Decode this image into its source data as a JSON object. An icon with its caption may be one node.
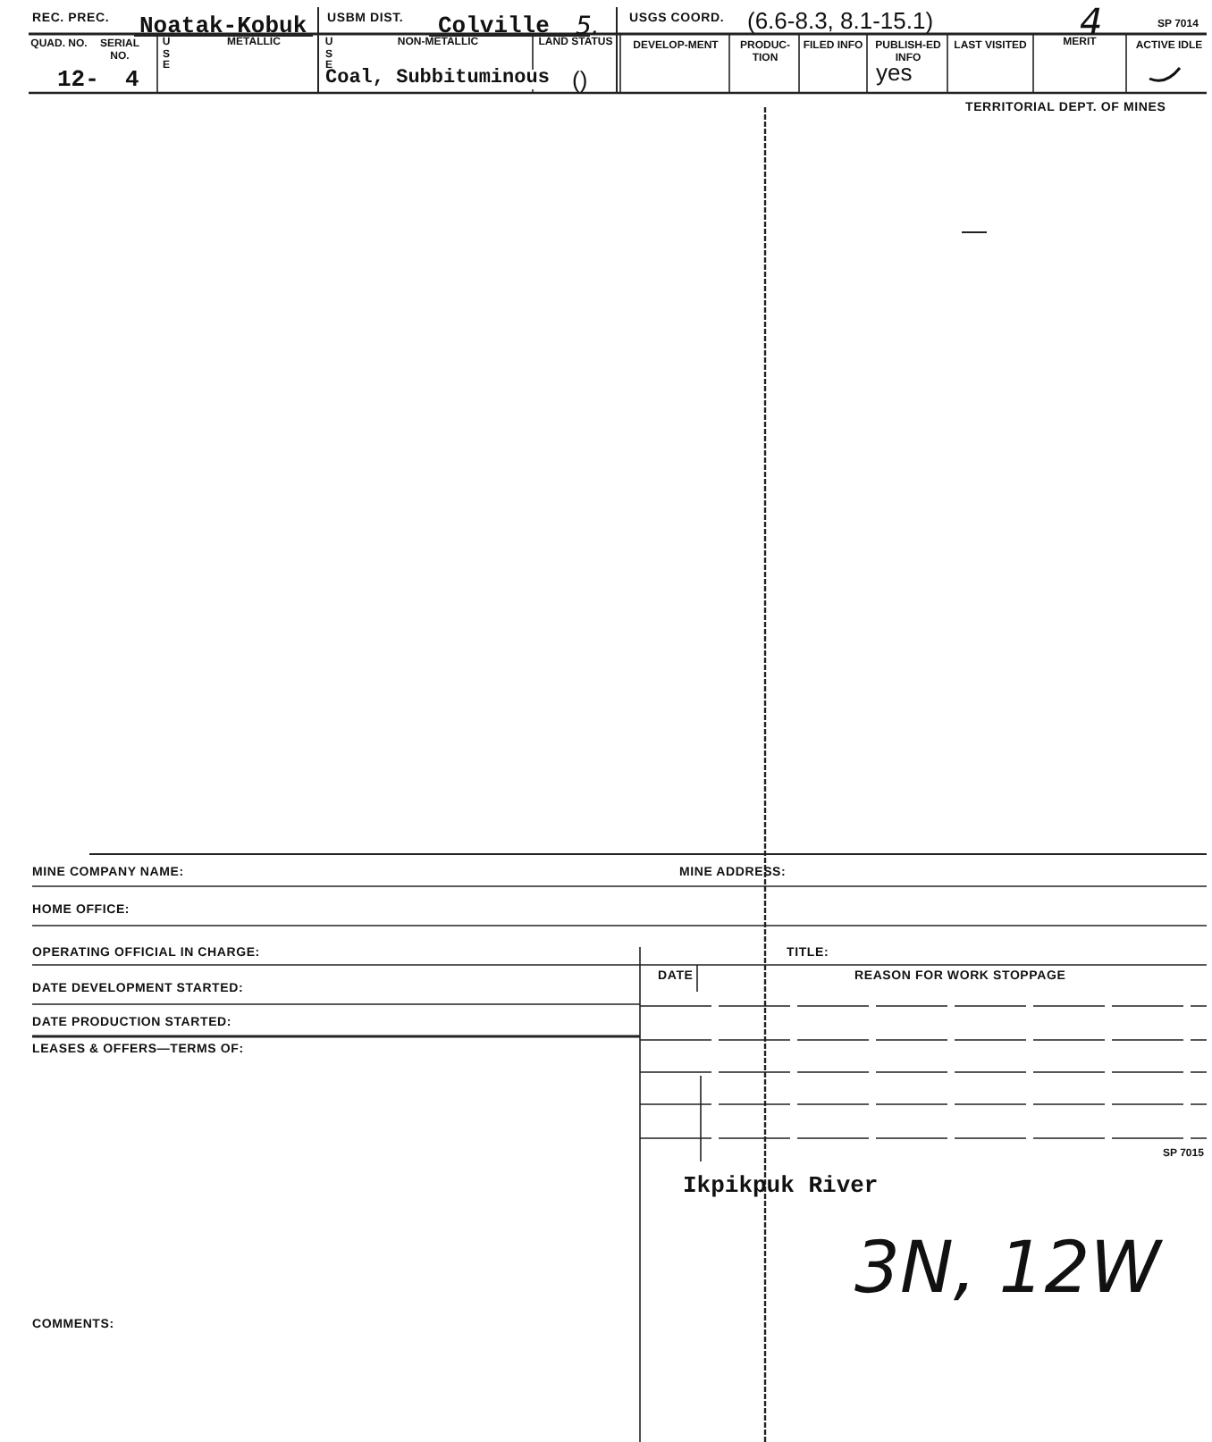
{
  "diagram": {
    "labels": [
      "REC. PREC.",
      "Noatak-Kobuk",
      "USBM DIST.",
      "Colville",
      "5.",
      "USGS COORD.",
      "(6.6-8.3, 8.1-15.1)",
      "4",
      "SP 7014",
      "QUAD. NO.",
      "SERIAL NO.",
      "U S E",
      "METALLIC",
      "U S E",
      "NON-METALLIC",
      "LAND STATUS",
      "DEVELOP-MENT",
      "PRODUC-TION",
      "FILED INFO",
      "PUBLISH-ED INFO",
      "LAST VISITED",
      "MERIT",
      "ACTIVE IDLE",
      "12-",
      "4",
      "Coal, Subbituminous",
      "()",
      "yes",
      "TERRITORIAL DEPT. OF MINES",
      "MINE COMPANY NAME:",
      "MINE ADDRESS:",
      "HOME OFFICE:",
      "OPERATING OFFICIAL IN CHARGE:",
      "TITLE:",
      "DATE",
      "REASON FOR WORK STOPPAGE",
      "DATE DEVELOPMENT STARTED:",
      "DATE PRODUCTION STARTED:",
      "LEASES & OFFERS—TERMS OF:",
      "SP 7015",
      "Ikpikpuk River",
      "COMMENTS:",
      "3N, 12W"
    ]
  }
}
